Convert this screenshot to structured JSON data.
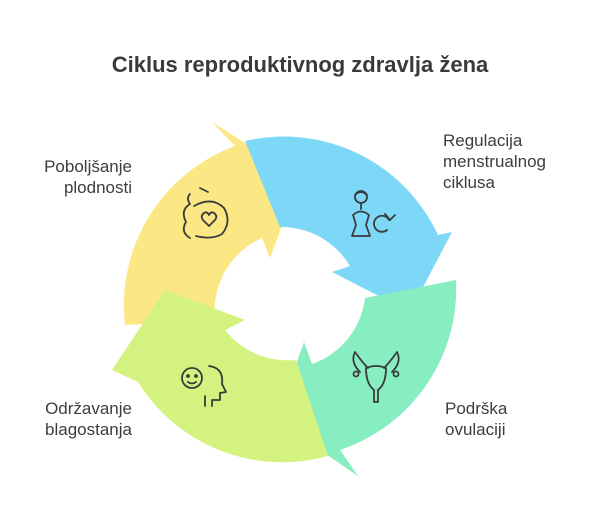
{
  "title": "Ciklus reproduktivnog zdravlja žena",
  "stages": [
    {
      "label": "Regulacija\nmenstrualnog\nciklusa",
      "icon": "woman-cycle-icon",
      "color": "#7dd8f7"
    },
    {
      "label": "Podrška\novulaciji",
      "icon": "uterus-icon",
      "color": "#86eec0"
    },
    {
      "label": "Održavanje\nblagostanja",
      "icon": "smiling-head-icon",
      "color": "#d3f27f"
    },
    {
      "label": "Poboljšanje\nplodnosti",
      "icon": "pregnant-heart-icon",
      "color": "#fbe784"
    }
  ],
  "colors": {
    "outline": "#3b3b3b",
    "text": "#3d3d3d"
  }
}
